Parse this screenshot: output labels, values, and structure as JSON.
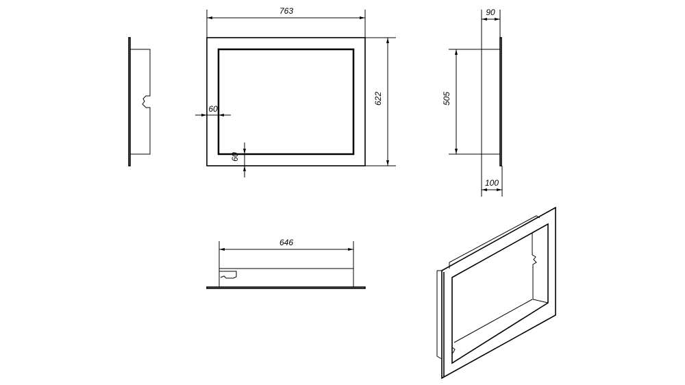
{
  "drawing": {
    "colors": {
      "line": "#000000",
      "background": "#ffffff"
    },
    "dimensions": {
      "overall_width": "763",
      "overall_height": "622",
      "frame_side": "60",
      "frame_bottom": "60",
      "depth_box": "90",
      "box_height": "505",
      "depth_total": "100",
      "box_width": "646"
    }
  }
}
